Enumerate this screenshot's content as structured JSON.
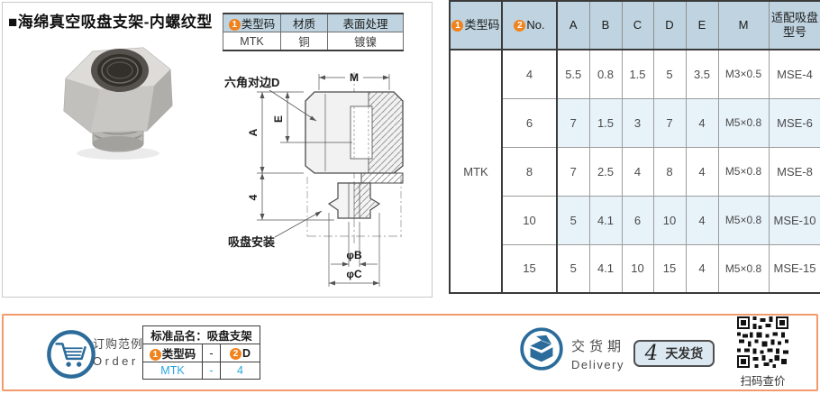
{
  "page": {
    "title": "■海绵真空吸盘支架-内螺纹型"
  },
  "colors": {
    "accent_cyan": "#2aa7dd",
    "badge_orange": "#f0831e",
    "icon_blue": "#2b6c9b",
    "header_blue": "#bfd4e0",
    "row_shade_blue": "#e7f2f9",
    "bar_border_orange": "#f29a6b"
  },
  "spec_table": {
    "h1_badge": "1",
    "h1": "类型码",
    "h2": "材质",
    "h3": "表面处理",
    "v1": "MTK",
    "v2": "铜",
    "v3": "镀镍"
  },
  "drawing": {
    "m": "M",
    "a": "A",
    "e": "E",
    "four": "4",
    "hex_d": "六角对边D",
    "mount": "吸盘安装",
    "phi_b": "φB",
    "phi_c": "φC"
  },
  "main_table": {
    "badge1": "1",
    "col_type": "类型码",
    "badge2": "2",
    "col_no": "No.",
    "cols": [
      "A",
      "B",
      "C",
      "D",
      "E",
      "M"
    ],
    "col_model": "适配吸盘型号",
    "type_code": "MTK",
    "rows": [
      {
        "no": "4",
        "A": "5.5",
        "B": "0.8",
        "C": "1.5",
        "D": "5",
        "E": "3.5",
        "M": "M3×0.5",
        "model": "MSE-4"
      },
      {
        "no": "6",
        "A": "7",
        "B": "1.5",
        "C": "3",
        "D": "7",
        "E": "4",
        "M": "M5×0.8",
        "model": "MSE-6"
      },
      {
        "no": "8",
        "A": "7",
        "B": "2.5",
        "C": "4",
        "D": "8",
        "E": "4",
        "M": "M5×0.8",
        "model": "MSE-8"
      },
      {
        "no": "10",
        "A": "5",
        "B": "4.1",
        "C": "6",
        "D": "10",
        "E": "4",
        "M": "M5×0.8",
        "model": "MSE-10"
      },
      {
        "no": "15",
        "A": "5",
        "B": "4.1",
        "C": "10",
        "D": "15",
        "E": "4",
        "M": "M5×0.8",
        "model": "MSE-15"
      }
    ]
  },
  "order": {
    "cn": "订购范例",
    "en": "Order",
    "product": "标准品名：吸盘支架",
    "badge1": "1",
    "c1": "类型码",
    "dash": "-",
    "badge2": "2",
    "c2": "D",
    "v1": "MTK",
    "vdash": "-",
    "v2": "4"
  },
  "delivery": {
    "cn": "交货期",
    "en": "Delivery",
    "days": "4",
    "suffix": "天发货",
    "qr": "扫码查价"
  }
}
